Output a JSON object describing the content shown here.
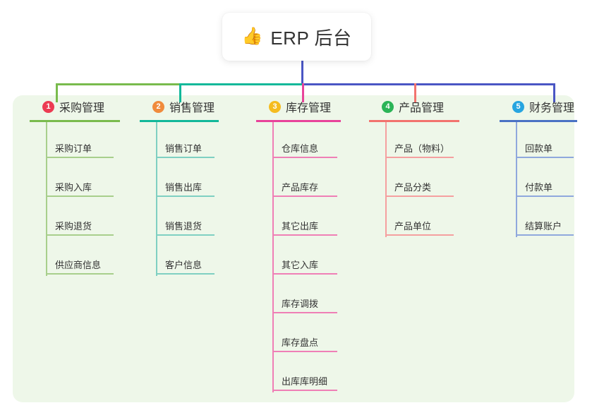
{
  "root": {
    "icon": "thumbs-up-icon",
    "emoji": "👍",
    "title": "ERP 后台"
  },
  "theme": {
    "panel_bg": "#eef7e9",
    "page_bg": "#ffffff",
    "text": "#333333",
    "bus_green": "#79bb4d",
    "bus_teal": "#12b89a",
    "bus_indigo": "#4a56c4",
    "drop_pink": "#e8439a",
    "drop_salmon": "#f2736e"
  },
  "columns": [
    {
      "number": "1",
      "title": "采购管理",
      "badge_color": "#ec3b52",
      "line_color": "#79bb4d",
      "leaf_line_color": "#a8cf8c",
      "items": [
        {
          "label": "采购订单"
        },
        {
          "label": "采购入库"
        },
        {
          "label": "采购退货"
        },
        {
          "label": "供应商信息"
        }
      ]
    },
    {
      "number": "2",
      "title": "销售管理",
      "badge_color": "#f08b3c",
      "line_color": "#12b89a",
      "leaf_line_color": "#7fd0c2",
      "items": [
        {
          "label": "销售订单"
        },
        {
          "label": "销售出库"
        },
        {
          "label": "销售退货"
        },
        {
          "label": "客户信息"
        }
      ]
    },
    {
      "number": "3",
      "title": "库存管理",
      "badge_color": "#f5bc1f",
      "line_color": "#e8439a",
      "leaf_line_color": "#ef7fb6",
      "items": [
        {
          "label": "仓库信息"
        },
        {
          "label": "产品库存"
        },
        {
          "label": "其它出库"
        },
        {
          "label": "其它入库"
        },
        {
          "label": "库存调拨"
        },
        {
          "label": "库存盘点"
        },
        {
          "label": "出库库明细"
        }
      ]
    },
    {
      "number": "4",
      "title": "产品管理",
      "badge_color": "#2bb457",
      "line_color": "#f2736e",
      "leaf_line_color": "#f5a0a0",
      "items": [
        {
          "label": "产品（物料）"
        },
        {
          "label": "产品分类"
        },
        {
          "label": "产品单位"
        }
      ]
    },
    {
      "number": "5",
      "title": "财务管理",
      "badge_color": "#27a5e0",
      "line_color": "#4a72c4",
      "leaf_line_color": "#8fa8dd",
      "items": [
        {
          "label": "回款单"
        },
        {
          "label": "付款单"
        },
        {
          "label": "结算账户"
        }
      ]
    }
  ]
}
